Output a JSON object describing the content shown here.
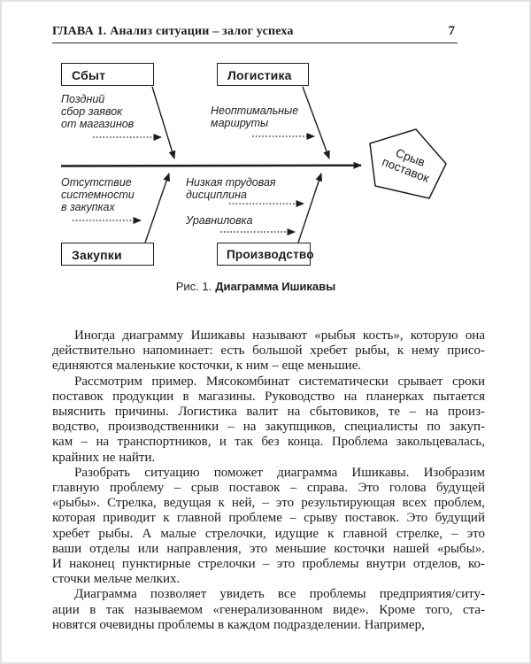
{
  "header": {
    "chapter": "ГЛАВА 1. Анализ ситуации – залог успеха",
    "page_number": "7"
  },
  "diagram": {
    "box_sbyt": "Сбыт",
    "box_logistika": "Логистика",
    "box_zakupki": "Закупки",
    "box_proizvodstvo": "Производство",
    "cause_sbyt": "Поздний\nсбор заявок\nот магазинов",
    "cause_logistika": "Неоптимальные\nмаршруты",
    "cause_zakupki": "Отсутствие\nсистемности\nв закупках",
    "cause_proizvodstvo_1": "Низкая трудовая\nдисциплина",
    "cause_proizvodstvo_2": "Уравниловка",
    "head": "Срыв\nпоставок",
    "caption_prefix": "Рис. 1.",
    "caption_title": "Диаграмма Ишикавы"
  },
  "body": {
    "paragraphs": [
      {
        "lines": [
          "Иногда диаграмму Ишикавы называют «рыбья кость», которую она",
          "действительно напоминает: есть большой хребет рыбы, к нему присо-",
          "единяются маленькие косточки, к ним – еще меньшие."
        ]
      },
      {
        "lines": [
          "Рассмотрим пример. Мясокомбинат систематически срывает сроки",
          "поставок продукции в магазины. Руководство на планерках пытается",
          "выяснить причины. Логистика валит на сбытовиков, те – на произ-",
          "водство, производственники – на закупщиков, специалисты по закуп-",
          "кам – на транспортников, и так без конца. Проблема закольцевалась,",
          "крайних не найти."
        ]
      },
      {
        "lines": [
          "Разобрать ситуацию поможет диаграмма Ишикавы. Изобразим",
          "главную проблему – срыв поставок – справа. Это голова будущей",
          "«рыбы». Стрелка, ведущая к ней, – это результирующая всех проблем,",
          "которая приводит к главной проблеме – срыву поставок. Это будущий",
          "хребет рыбы. А малые стрелочки, идущие к главной стрелке, – это",
          "ваши отделы или направления, это меньшие косточки нашей «рыбы».",
          "И наконец пунктирные стрелочки – это проблемы внутри отделов, ко-",
          "сточки мельче мелких."
        ]
      },
      {
        "lines": [
          "Диаграмма позволяет увидеть все проблемы предприятия/ситу-",
          "ации в так называемом «генерализованном виде». Кроме того, ста-",
          "новятся очевидны проблемы в каждом подразделении. Например,"
        ]
      }
    ]
  }
}
